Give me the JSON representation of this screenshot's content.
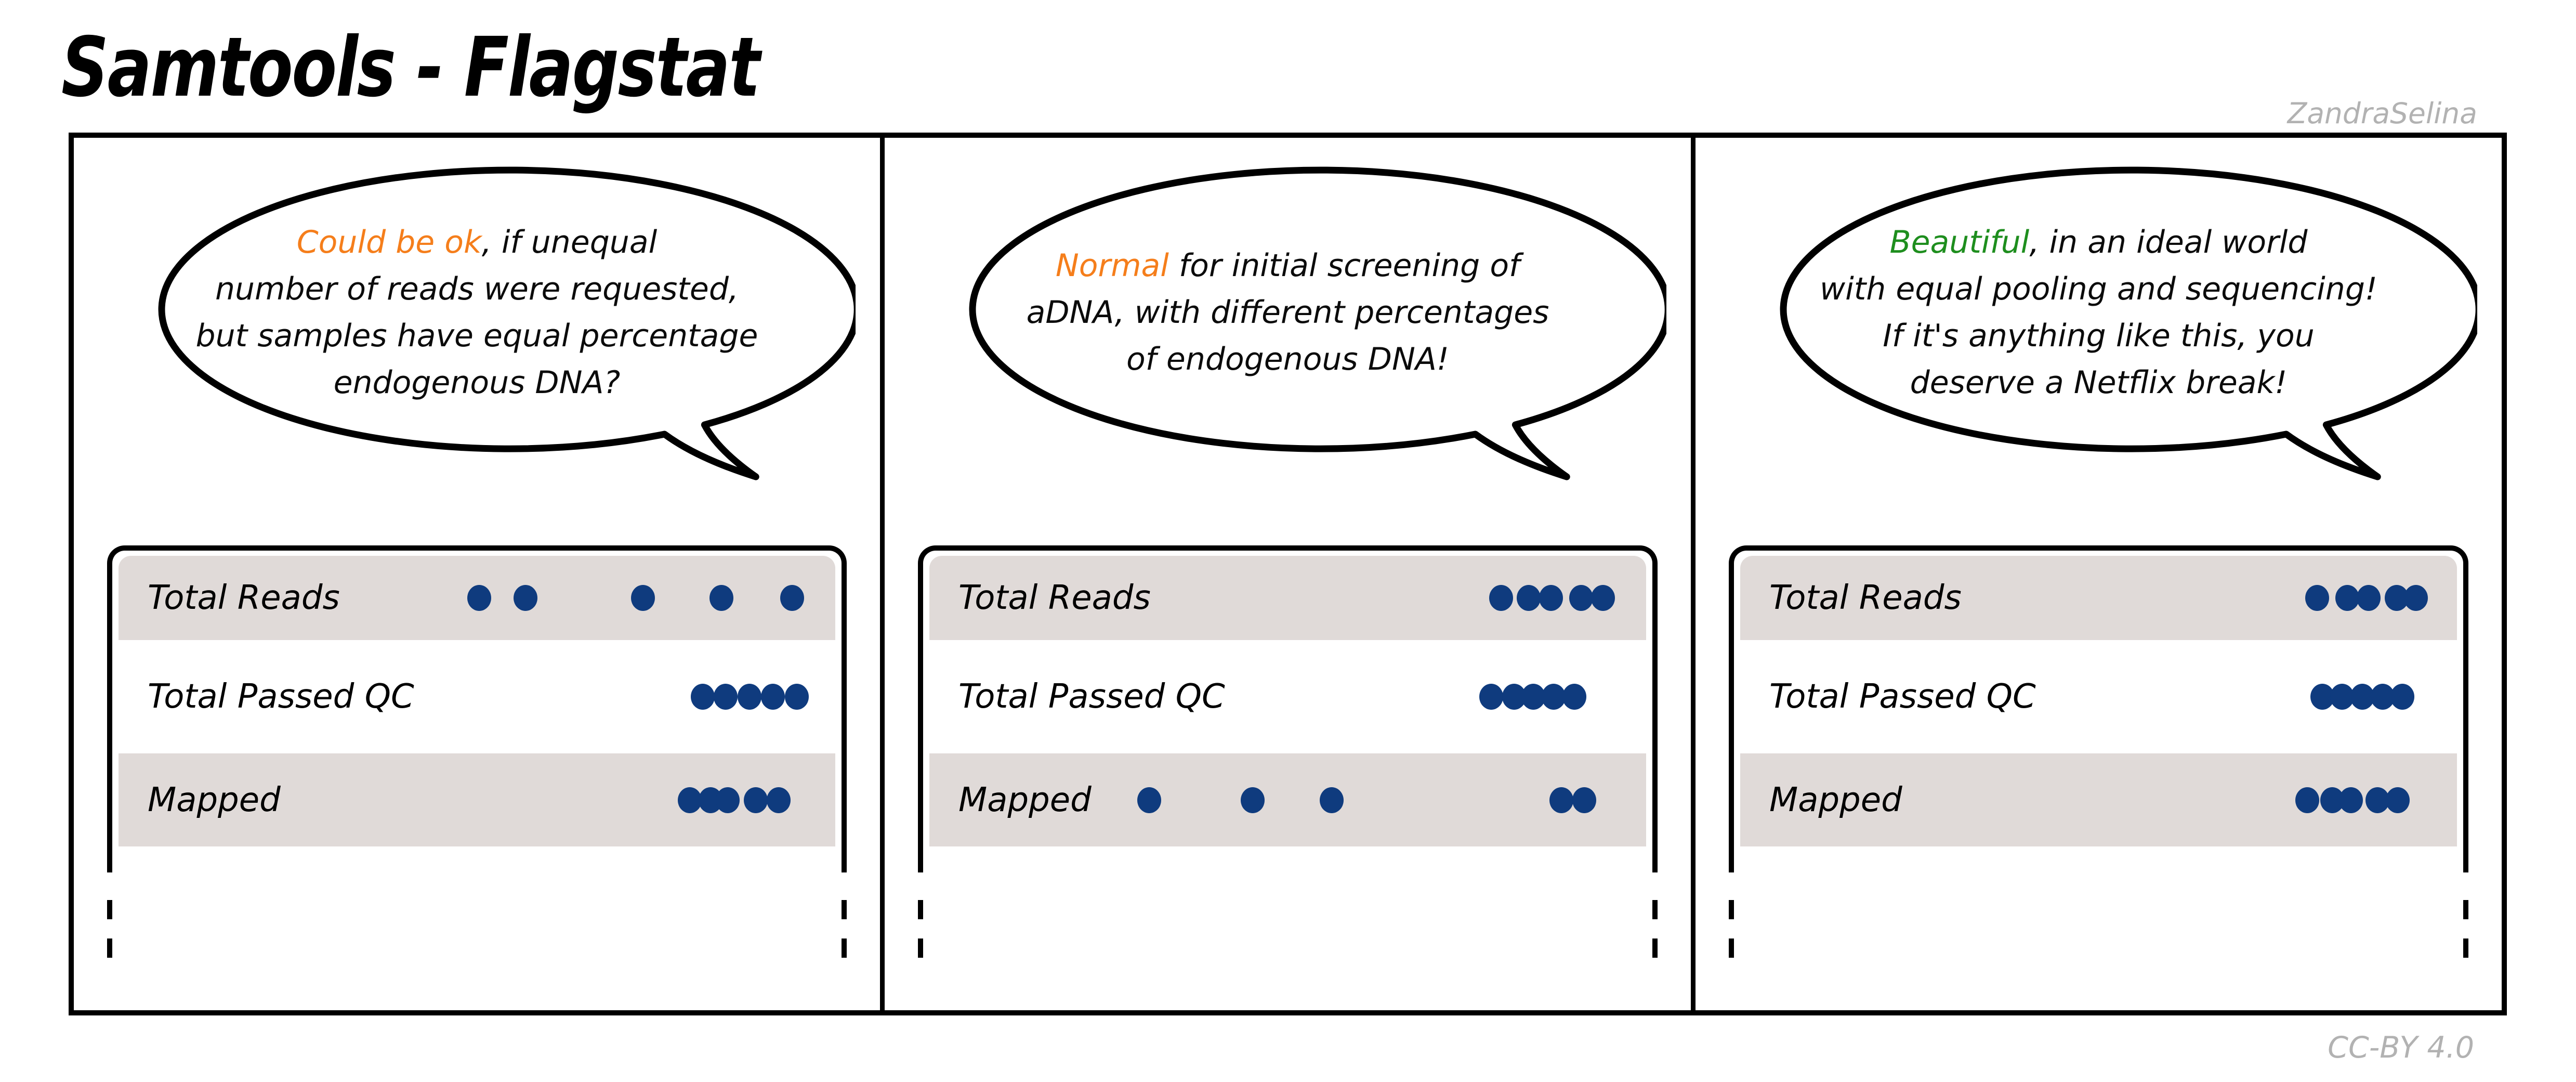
{
  "title": "Samtools - Flagstat",
  "author_credit": "ZandraSelina",
  "license": "CC-BY 4.0",
  "colors": {
    "dot_blue": "#0F3B7E",
    "row_shade": "#E0DAD8",
    "highlight_orange": "#F57E1B",
    "highlight_green": "#1E8E1E",
    "credit_gray": "#B2B2B2",
    "ink": "#000000"
  },
  "row_labels": [
    "Total Reads",
    "Total Passed QC",
    "Mapped"
  ],
  "panels": [
    {
      "id": "panel-1",
      "bubble_lines": [
        [
          {
            "t": "Could be ok",
            "c": "#F57E1B"
          },
          {
            "t": ", if unequal"
          }
        ],
        [
          {
            "t": "number of reads were requested,"
          }
        ],
        [
          {
            "t": "but samples have equal percentage"
          }
        ],
        [
          {
            "t": "endogenous DNA?"
          }
        ]
      ],
      "dot_rows": [
        [
          50.3,
          56.8,
          73.2,
          84.1,
          94.0
        ],
        [
          81.5,
          84.7,
          88.0,
          91.3,
          94.6
        ],
        [
          79.7,
          82.6,
          85.0,
          88.9,
          92.1
        ]
      ]
    },
    {
      "id": "panel-2",
      "bubble_lines": [
        [
          {
            "t": "Normal",
            "c": "#F57E1B"
          },
          {
            "t": " for initial screening of"
          }
        ],
        [
          {
            "t": "aDNA, with different percentages"
          }
        ],
        [
          {
            "t": "of endogenous DNA!"
          }
        ]
      ],
      "dot_rows": [
        [
          79.8,
          83.6,
          86.7,
          90.9,
          94.0
        ],
        [
          78.4,
          81.6,
          84.3,
          87.1,
          90.0
        ],
        [
          30.7,
          45.1,
          56.1,
          88.2,
          91.4
        ]
      ]
    },
    {
      "id": "panel-3",
      "bubble_lines": [
        [
          {
            "t": "Beautiful",
            "c": "#1E8E1E"
          },
          {
            "t": ", in an ideal world"
          }
        ],
        [
          {
            "t": "with equal pooling and sequencing!"
          }
        ],
        [
          {
            "t": "If it's anything like this, you"
          }
        ],
        [
          {
            "t": "deserve a Netflix break!"
          }
        ]
      ],
      "dot_rows": [
        [
          80.5,
          84.7,
          87.7,
          91.6,
          94.3
        ],
        [
          81.2,
          84.0,
          86.8,
          89.6,
          92.4
        ],
        [
          79.1,
          82.6,
          85.2,
          88.9,
          91.7
        ]
      ]
    }
  ]
}
